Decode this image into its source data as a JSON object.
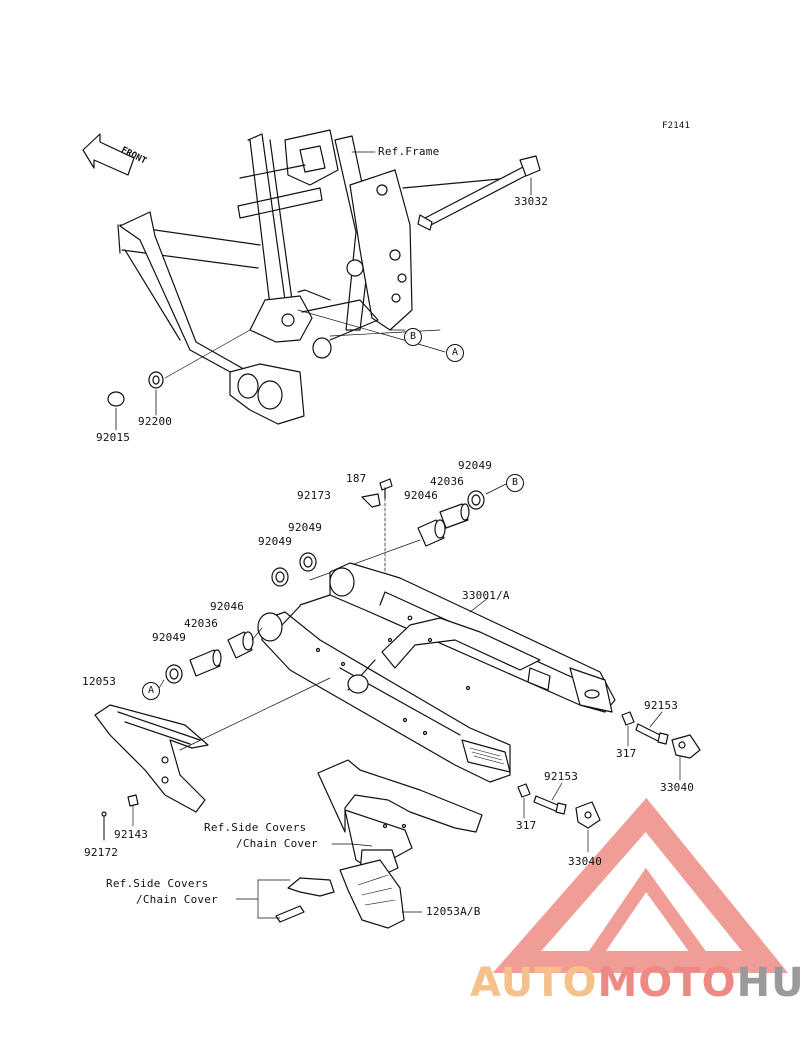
{
  "figure_code": "F2141",
  "front_label": "FRONT",
  "refs": {
    "frame": "Ref.Frame",
    "side_covers_1_line1": "Ref.Side Covers",
    "side_covers_1_line2": "/Chain Cover",
    "side_covers_2_line1": "Ref.Side Covers",
    "side_covers_2_line2": "/Chain Cover"
  },
  "callouts": {
    "a1": "A",
    "b1": "B",
    "a2": "A",
    "b2": "B"
  },
  "parts": {
    "p33032": "33032",
    "p92015": "92015",
    "p92200": "92200",
    "p187": "187",
    "p92173": "92173",
    "p92049_top": "92049",
    "p42036_top": "42036",
    "p92046_top": "92046",
    "p92049_mid1": "92049",
    "p92049_mid2": "92049",
    "p33001A": "33001/A",
    "p92046_low": "92046",
    "p42036_low": "42036",
    "p92049_low": "92049",
    "p12053": "12053",
    "p92153_a": "92153",
    "p317_a": "317",
    "p33040_a": "33040",
    "p92153_b": "92153",
    "p317_b": "317",
    "p33040_b": "33040",
    "p92143": "92143",
    "p92172": "92172",
    "p12053AB": "12053A/B"
  },
  "watermark": {
    "part1": "AUTO",
    "part2": "MOTO",
    "part3": "HUB"
  },
  "colors": {
    "line": "#111111",
    "wm_triangle": "#ef8d86",
    "wm_auto": "#f5c08a",
    "wm_moto": "#ee8a85",
    "wm_hub": "#9a9a9a"
  }
}
